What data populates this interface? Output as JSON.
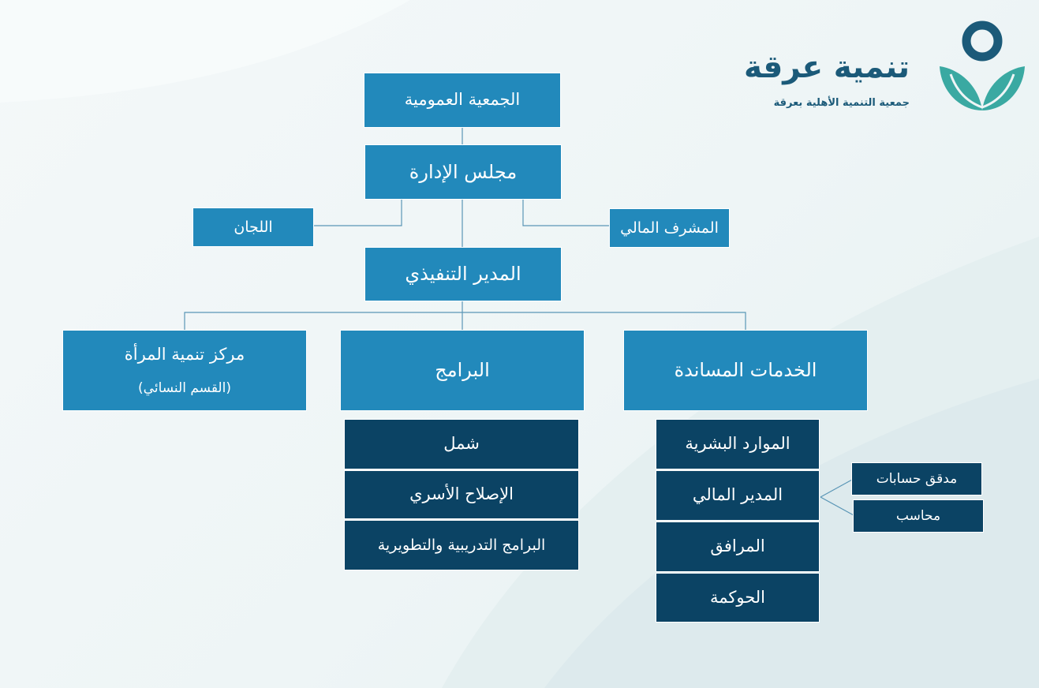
{
  "logo": {
    "name": "تنمية عرقة",
    "subtitle": "جمعية التنمية الأهلية بعرقة",
    "icon": "leaf-circle-icon",
    "colors": {
      "circle": "#1b5a79",
      "leaves": "#3aa9a2"
    }
  },
  "colors": {
    "light_box": "#2289bb",
    "dark_box": "#0b4364",
    "connector": "#5a96b6"
  },
  "org": {
    "general_assembly": "الجمعية العمومية",
    "board": "مجلس الإدارة",
    "committees": "اللجان",
    "financial_supervisor": "المشرف المالي",
    "executive_director": "المدير التنفيذي",
    "women_center": {
      "title": "مركز تنمية المرأة",
      "subtitle": "(القسم النسائي)"
    },
    "programs": {
      "title": "البرامج",
      "items": [
        "شمل",
        "الإصلاح الأسري",
        "البرامج التدريبية والتطويرية"
      ]
    },
    "support_services": {
      "title": "الخدمات المساندة",
      "items": [
        "الموارد البشرية",
        "المدير المالي",
        "المرافق",
        "الحوكمة"
      ]
    },
    "finance_staff": [
      "مدقق حسابات",
      "محاسب"
    ]
  }
}
